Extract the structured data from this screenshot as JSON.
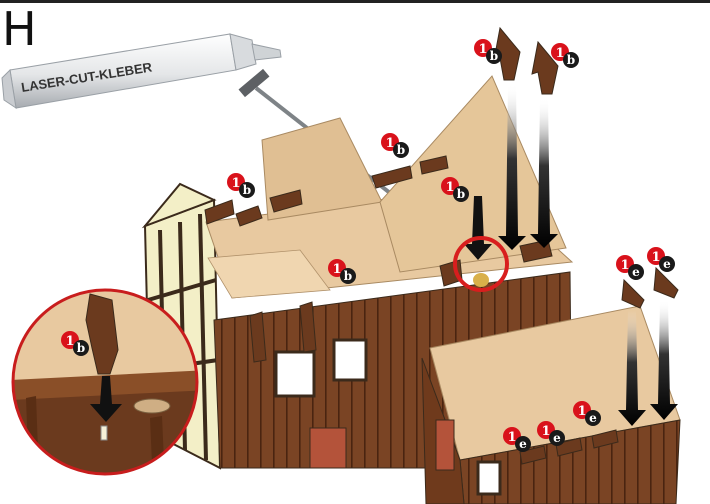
{
  "step_letter": "H",
  "glue_label": "LASER-CUT-KLEBER",
  "callouts": [
    {
      "num": "1",
      "part": "b"
    },
    {
      "num": "1",
      "part": "b"
    },
    {
      "num": "1",
      "part": "b"
    },
    {
      "num": "1",
      "part": "b"
    },
    {
      "num": "1",
      "part": "b"
    },
    {
      "num": "1",
      "part": "b"
    },
    {
      "num": "1",
      "part": "b"
    },
    {
      "num": "1",
      "part": "e"
    },
    {
      "num": "1",
      "part": "e"
    },
    {
      "num": "1",
      "part": "e"
    },
    {
      "num": "1",
      "part": "e"
    },
    {
      "num": "1",
      "part": "e"
    }
  ],
  "colors": {
    "badge_red": "#d9121b",
    "badge_black": "#1a1a1a",
    "wood_dark": "#6b3a1e",
    "board_beige": "#e8c9a0",
    "highlight_ring": "#d81e1e"
  }
}
